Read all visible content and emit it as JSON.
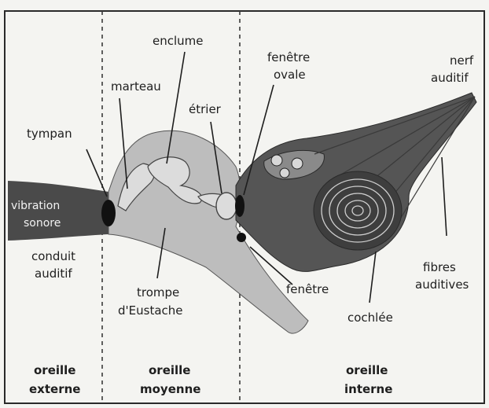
{
  "labels": {
    "tympan": "tympan",
    "marteau": "marteau",
    "enclume": "enclume",
    "etrier": "étrier",
    "fenetre_ovale": [
      "fenêtre",
      "ovale"
    ],
    "nerf_auditif": [
      "nerf",
      "auditif"
    ],
    "vibration_sonore": [
      "vibration",
      "sonore"
    ],
    "conduit_auditif": [
      "conduit",
      "auditif"
    ],
    "trompe_eustache": [
      "trompe",
      "d'Eustache"
    ],
    "fenetre": "fenêtre",
    "cochlee": "cochlée",
    "fibres_auditives": [
      "fibres",
      "auditives"
    ]
  },
  "sections": {
    "externe": [
      "oreille",
      "externe"
    ],
    "moyenne": [
      "oreille",
      "moyenne"
    ],
    "interne": [
      "oreille",
      "interne"
    ]
  },
  "colors": {
    "background": "#f4f4f1",
    "outer_canal": "#4a4a4a",
    "middle_ear": "#bdbdbd",
    "ossicles": "#dcdcdc",
    "inner_ear": "#555555",
    "cochlea_spiral": "#cfcfcf",
    "eardrum": "#111111",
    "text": "#1e1e1e"
  }
}
